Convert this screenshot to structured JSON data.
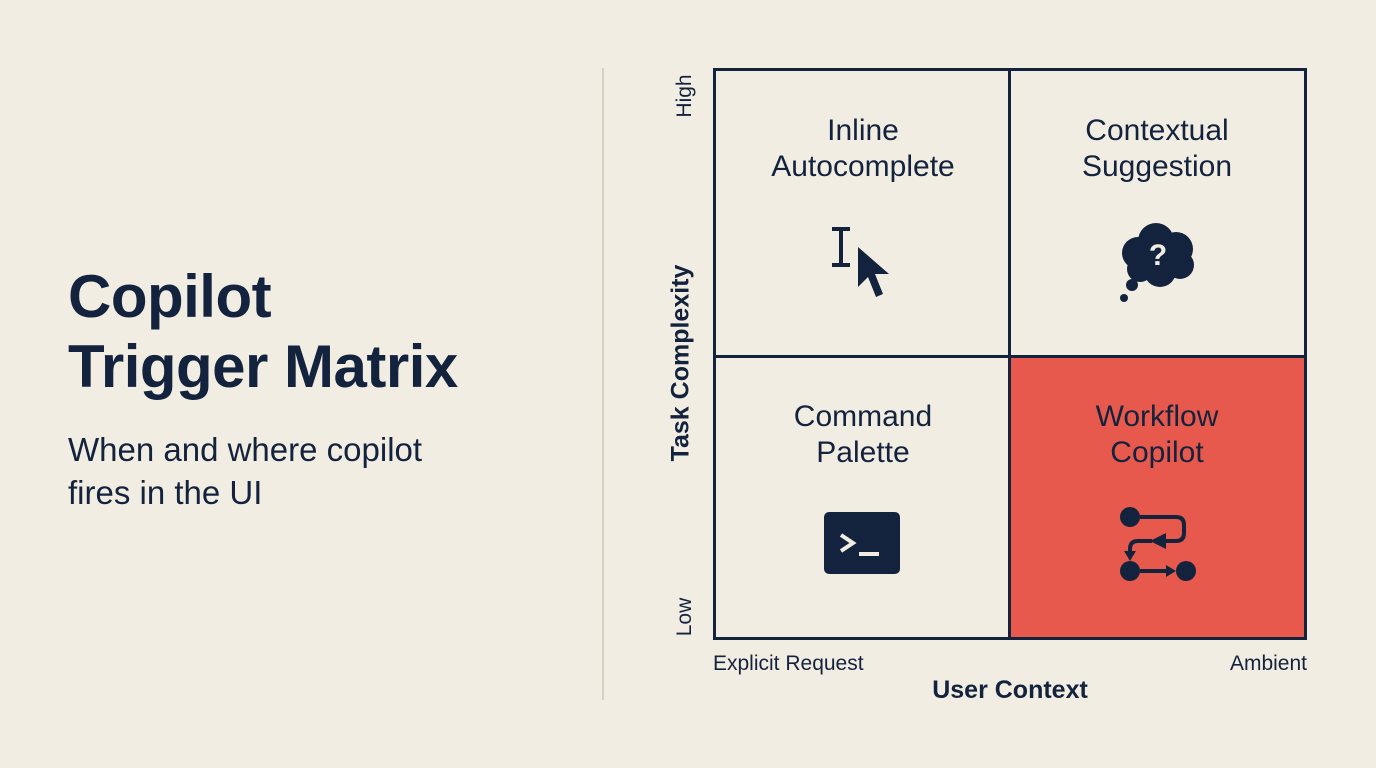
{
  "title": {
    "line1": "Copilot",
    "line2": "Trigger Matrix"
  },
  "subtitle": {
    "line1": "When and where copilot",
    "line2": "fires in the UI"
  },
  "matrix": {
    "y_axis": {
      "label": "Task Complexity",
      "high": "High",
      "low": "Low"
    },
    "x_axis": {
      "label": "User Context",
      "left": "Explicit Request",
      "right": "Ambient"
    },
    "quadrants": {
      "top_left": {
        "line1": "Inline",
        "line2": "Autocomplete",
        "icon": "text-cursor-pointer-icon"
      },
      "top_right": {
        "line1": "Contextual",
        "line2": "Suggestion",
        "icon": "thought-bubble-question-icon"
      },
      "bottom_left": {
        "line1": "Command",
        "line2": "Palette",
        "icon": "terminal-prompt-icon"
      },
      "bottom_right": {
        "line1": "Workflow",
        "line2": "Copilot",
        "icon": "workflow-nodes-icon",
        "highlight": true
      }
    }
  },
  "colors": {
    "background": "#f2ede3",
    "ink": "#13233d",
    "highlight": "#e8594d",
    "divider": "#d7cfc0"
  }
}
